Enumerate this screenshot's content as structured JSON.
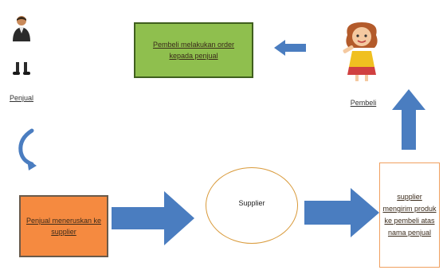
{
  "labels": {
    "penjual": "Penjual",
    "pembeli": "Pembeli"
  },
  "boxes": {
    "order": "Pembeli melakukan order kepada penjual",
    "forward": "Penjual meneruskan ke supplier",
    "supplier": "Supplier",
    "ship": "supplier mengirim produk ke pembeli atas nama penjual"
  },
  "icons": {
    "seller": "seller-person-icon",
    "buyer": "buyer-girl-icon"
  },
  "colors": {
    "arrow": "#4a7dc0",
    "green_box": "#8fbf4e",
    "orange_box": "#f58a40"
  }
}
